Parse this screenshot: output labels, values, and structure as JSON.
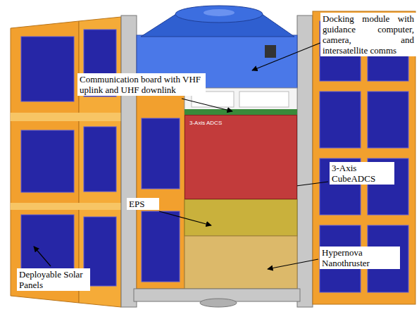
{
  "diagram": {
    "nodes": [
      {
        "text": [
          "3-Axis ADCS"
        ]
      }
    ],
    "labels": [
      "Docking module with guidance computer, camera, and intersatellite comms",
      "Communication board with VHF uplink and UHF downlink",
      "3-Axis CubeADCS",
      "EPS",
      "Hypernova Nanothruster",
      "Deployable Solar Panels"
    ]
  }
}
